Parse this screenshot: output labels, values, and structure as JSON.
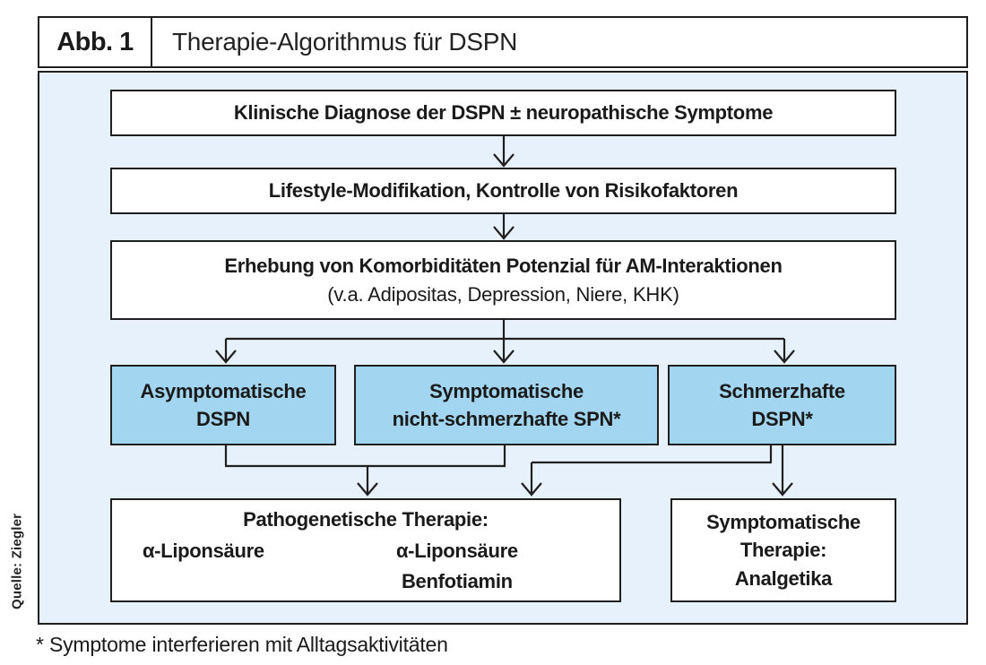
{
  "figure": {
    "label": "Abb. 1",
    "title": "Therapie-Algorithmus für DSPN"
  },
  "flowchart": {
    "step1": "Klinische Diagnose der DSPN ± neuropathische Symptome",
    "step2": "Lifestyle-Modifikation, Kontrolle von Risikofaktoren",
    "step3": {
      "line1": "Erhebung von Komorbiditäten Potenzial für AM-Interaktionen",
      "line2": "(v.a. Adipositas, Depression, Niere, KHK)"
    },
    "branches": {
      "asymptomatic": {
        "line1": "Asymptomatische",
        "line2": "DSPN"
      },
      "symptomatic_nonpainful": {
        "line1": "Symptomatische",
        "line2": "nicht-schmerzhafte SPN*"
      },
      "painful": {
        "line1": "Schmerzhafte",
        "line2": "DSPN*"
      }
    },
    "therapy_pathogenetic": {
      "title": "Pathogenetische Therapie:",
      "left_option": "α-Liponsäure",
      "right_option_line1": "α-Liponsäure",
      "right_option_line2": "Benfotiamin"
    },
    "therapy_symptomatic": {
      "line1": "Symptomatische",
      "line2": "Therapie:",
      "line3": "Analgetika"
    }
  },
  "source": "Quelle: Ziegler",
  "footnote": "* Symptome interferieren mit Alltagsaktivitäten",
  "colors": {
    "canvas_bg": "#e6f1fb",
    "branch_box_fill": "#a2d6f0",
    "box_border": "#1f1f1f",
    "white_box_fill": "#ffffff"
  }
}
